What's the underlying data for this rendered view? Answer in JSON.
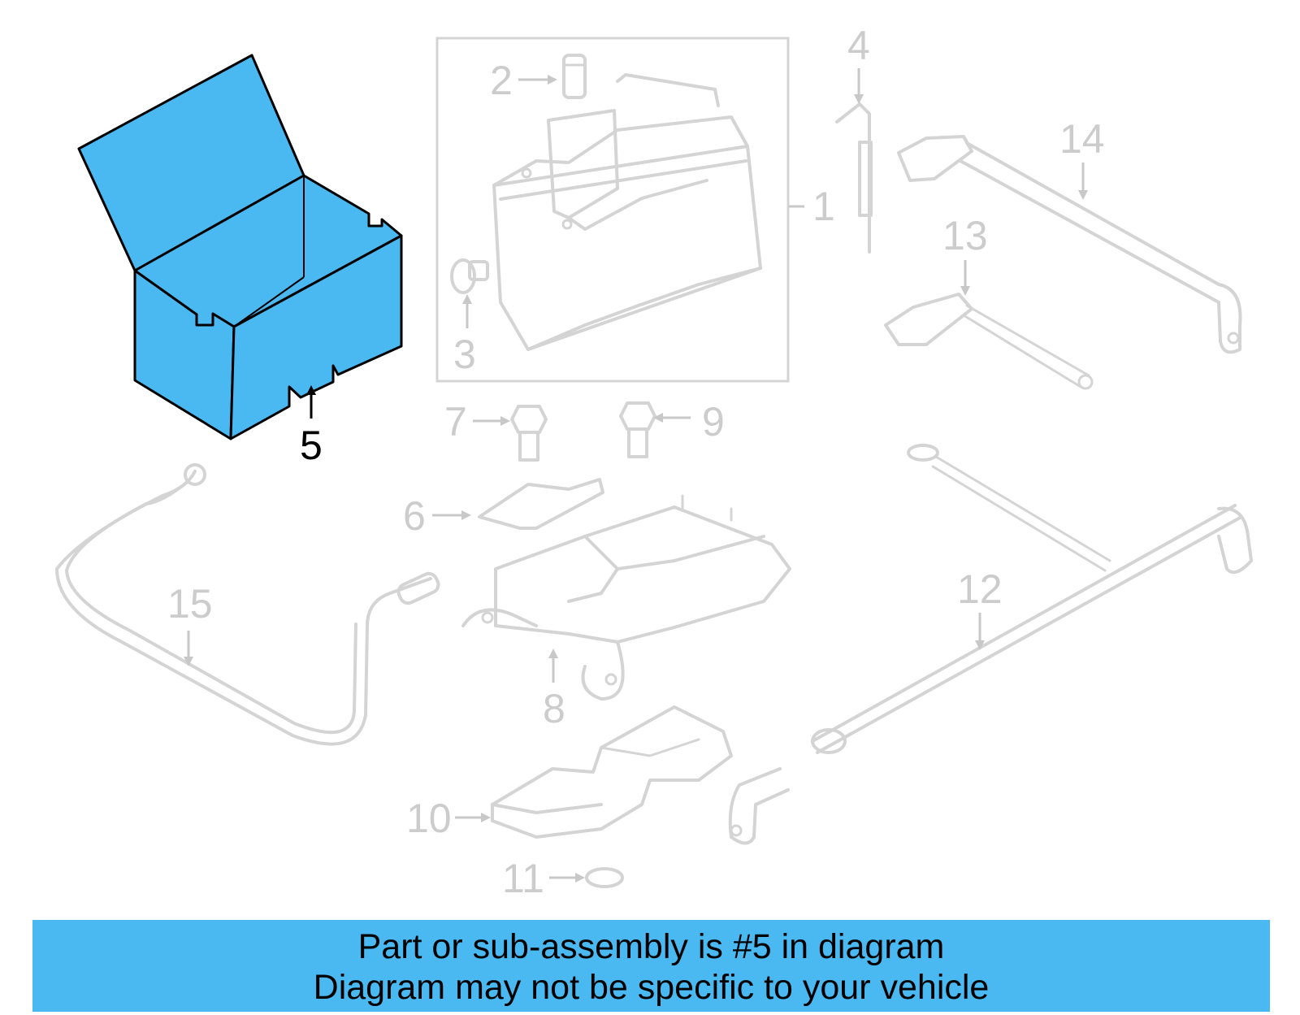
{
  "diagram": {
    "highlight_color": "#4ab9f2",
    "highlighted_part": "5",
    "callouts": {
      "p1": "1",
      "p2": "2",
      "p3": "3",
      "p4": "4",
      "p5": "5",
      "p6": "6",
      "p7": "7",
      "p8": "8",
      "p9": "9",
      "p10": "10",
      "p11": "11",
      "p12": "12",
      "p13": "13",
      "p14": "14",
      "p15": "15"
    }
  },
  "banner": {
    "line1": "Part or sub-assembly is #5 in diagram",
    "line2": "Diagram may not be specific to your vehicle"
  }
}
